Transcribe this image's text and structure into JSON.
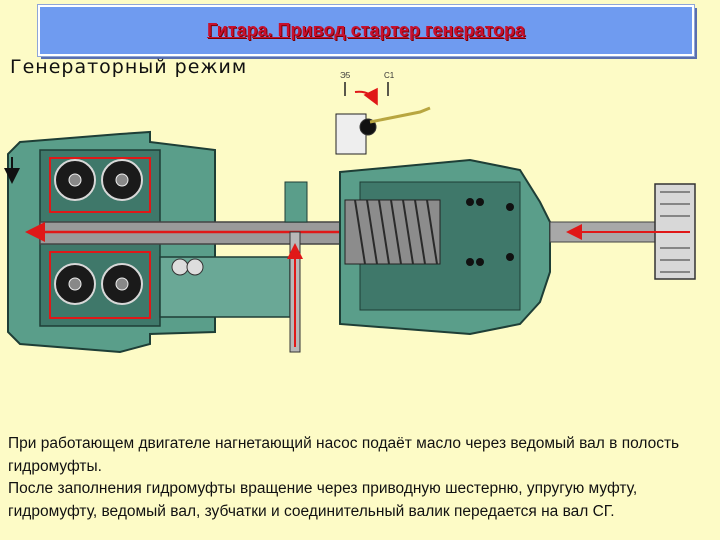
{
  "slide": {
    "title": "Гитара.  Привод стартер генератора",
    "subtitle": "Генераторный режим",
    "terminal_labels": [
      "Э5",
      "С1"
    ],
    "paragraphs": [
      "При работающем двигателе нагнетающий насос подаёт масло через ведомый вал в полость гидромуфты.",
      "После заполнения гидромуфты вращение через приводную шестерню, упругую муфту, гидромуфту, ведомый вал, зубчатки и соединительный валик передается на вал СГ."
    ]
  },
  "colors": {
    "background": "#fdfbc6",
    "title_bar": "#6f9bf0",
    "title_text": "#c8102e",
    "housing": "#5a9e8a",
    "oil_flow": "#e01818",
    "shaft": "#9a9a9a"
  }
}
